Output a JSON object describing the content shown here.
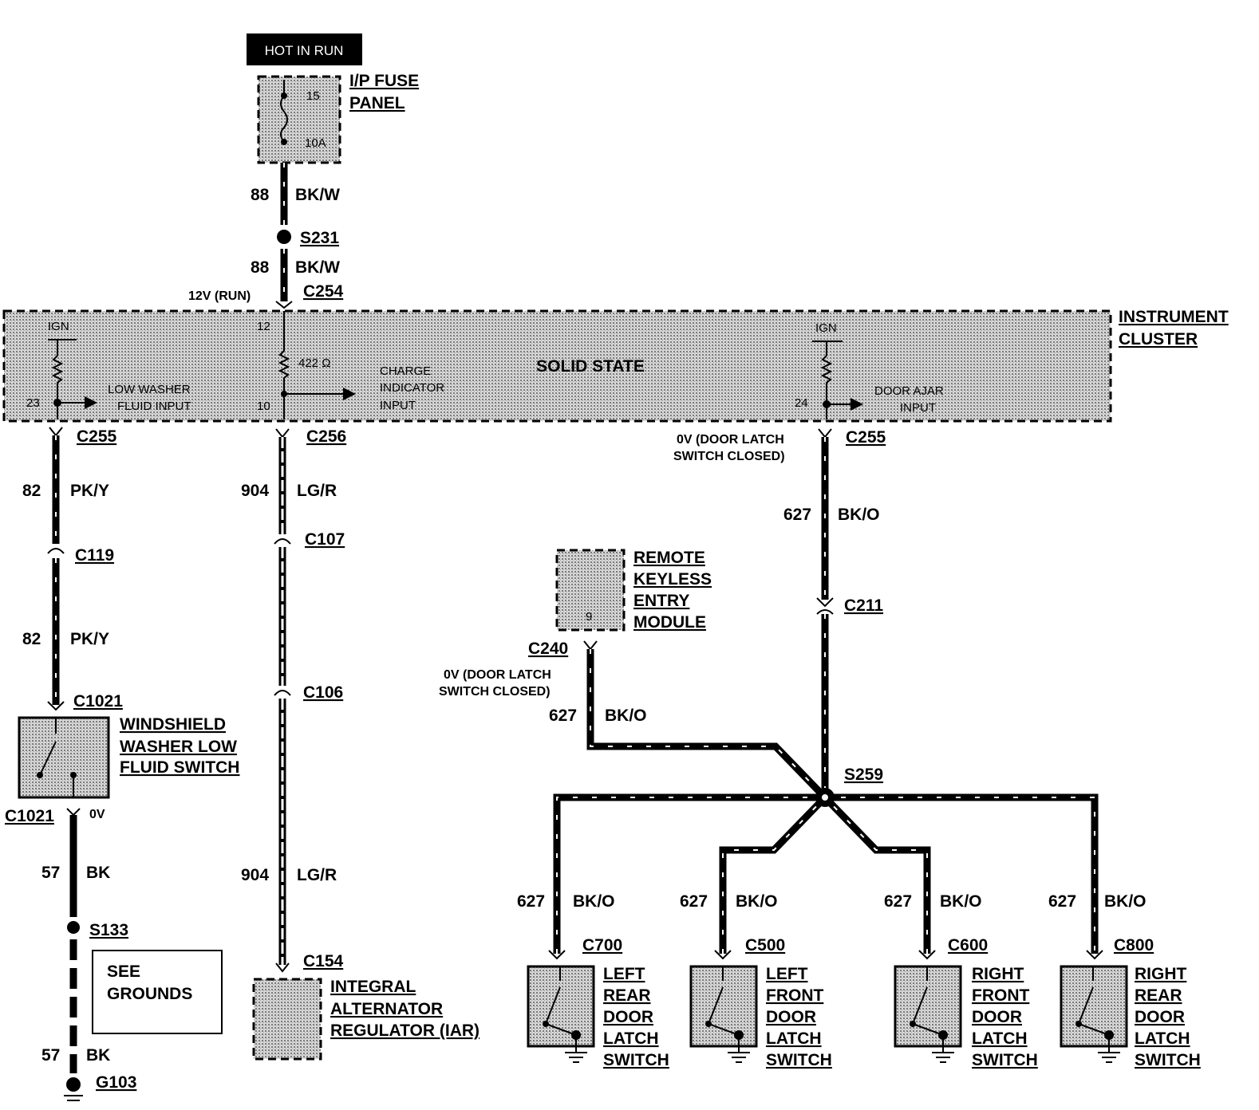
{
  "power": {
    "hot_in_run": "HOT IN RUN"
  },
  "fuse_panel": {
    "line1": "I/P FUSE",
    "line2": "PANEL",
    "fuse_no": "15",
    "rating": "10A"
  },
  "top_wires": {
    "w1_circuit": "88",
    "w1_color": "BK/W",
    "splice": "S231",
    "w2_circuit": "88",
    "w2_color": "BK/W",
    "voltage": "12V (RUN)",
    "connector": "C254"
  },
  "cluster": {
    "name_line1": "INSTRUMENT",
    "name_line2": "CLUSTER",
    "solid_state": "SOLID STATE",
    "ign_left": "IGN",
    "ign_right": "IGN",
    "pin_12": "12",
    "resistor": "422 Ω",
    "pin_10": "10",
    "charge_l1": "CHARGE",
    "charge_l2": "INDICATOR",
    "charge_l3": "INPUT",
    "pin_23": "23",
    "washer_l1": "LOW WASHER",
    "washer_l2": "FLUID INPUT",
    "pin_24": "24",
    "door_l1": "DOOR AJAR",
    "door_l2": "INPUT"
  },
  "left_branch": {
    "c255": "C255",
    "w_circuit": "82",
    "w_color": "PK/Y",
    "c119": "C119",
    "w2_circuit": "82",
    "w2_color": "PK/Y",
    "c1021_top": "C1021",
    "switch_l1": "WINDSHIELD",
    "switch_l2": "WASHER LOW",
    "switch_l3": "FLUID SWITCH",
    "c1021_bottom": "C1021",
    "ov": "0V",
    "w3_circuit": "57",
    "w3_color": "BK",
    "s133": "S133",
    "see_l1": "SEE",
    "see_l2": "GROUNDS",
    "w4_circuit": "57",
    "w4_color": "BK",
    "g103": "G103"
  },
  "middle_branch": {
    "c256": "C256",
    "w_circuit": "904",
    "w_color": "LG/R",
    "c107": "C107",
    "c106": "C106",
    "w2_circuit": "904",
    "w2_color": "LG/R",
    "c154": "C154",
    "iar_l1": "INTEGRAL",
    "iar_l2": "ALTERNATOR",
    "iar_l3": "REGULATOR (IAR)"
  },
  "right_branch": {
    "voltage_l1": "0V (DOOR LATCH",
    "voltage_l2": "SWITCH CLOSED)",
    "c255": "C255",
    "w_circuit": "627",
    "w_color": "BK/O",
    "c211": "C211",
    "s259": "S259"
  },
  "rke": {
    "l1": "REMOTE",
    "l2": "KEYLESS",
    "l3": "ENTRY",
    "l4": "MODULE",
    "pin": "9",
    "c240": "C240",
    "voltage_l1": "0V (DOOR LATCH",
    "voltage_l2": "SWITCH CLOSED)",
    "w_circuit": "627",
    "w_color": "BK/O"
  },
  "door_switches": [
    {
      "circuit": "627",
      "color": "BK/O",
      "connector": "C700",
      "l1": "LEFT",
      "l2": "REAR",
      "l3": "DOOR",
      "l4": "LATCH",
      "l5": "SWITCH"
    },
    {
      "circuit": "627",
      "color": "BK/O",
      "connector": "C500",
      "l1": "LEFT",
      "l2": "FRONT",
      "l3": "DOOR",
      "l4": "LATCH",
      "l5": "SWITCH"
    },
    {
      "circuit": "627",
      "color": "BK/O",
      "connector": "C600",
      "l1": "RIGHT",
      "l2": "FRONT",
      "l3": "DOOR",
      "l4": "LATCH",
      "l5": "SWITCH"
    },
    {
      "circuit": "627",
      "color": "BK/O",
      "connector": "C800",
      "l1": "RIGHT",
      "l2": "REAR",
      "l3": "DOOR",
      "l4": "LATCH",
      "l5": "SWITCH"
    }
  ]
}
